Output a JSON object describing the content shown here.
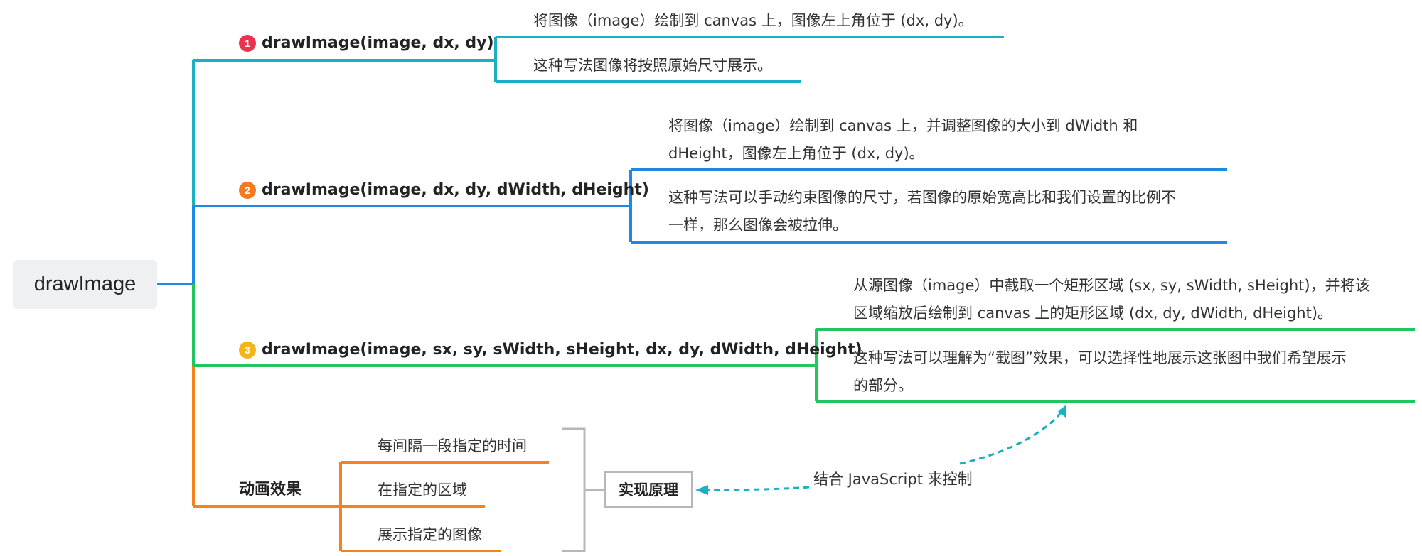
{
  "root": {
    "label": "drawImage"
  },
  "branches": [
    {
      "badge": "1",
      "label": "drawImage(image, dx, dy)",
      "color": "#1bafc4",
      "badge_color": "#e8344e",
      "notes": [
        "将图像（image）绘制到 canvas 上，图像左上角位于 (dx, dy)。",
        "这种写法图像将按照原始尺寸展示。"
      ]
    },
    {
      "badge": "2",
      "label": "drawImage(image, dx, dy, dWidth, dHeight)",
      "color": "#1e88e5",
      "badge_color": "#f47a20",
      "notes": [
        "将图像（image）绘制到 canvas 上，并调整图像的大小到 dWidth 和",
        "dHeight，图像左上角位于 (dx, dy)。",
        "这种写法可以手动约束图像的尺寸，若图像的原始宽高比和我们设置的比例不",
        "一样，那么图像会被拉伸。"
      ]
    },
    {
      "badge": "3",
      "label": "drawImage(image, sx, sy, sWidth, sHeight, dx, dy, dWidth, dHeight)",
      "color": "#22c55e",
      "badge_color": "#f2b616",
      "notes": [
        "从源图像（image）中截取一个矩形区域 (sx, sy, sWidth, sHeight)，并将该",
        "区域缩放后绘制到 canvas 上的矩形区域 (dx, dy, dWidth, dHeight)。",
        "这种写法可以理解为“截图”效果，可以选择性地展示这张图中我们希望展示",
        "的部分。"
      ]
    },
    {
      "label": "动画效果",
      "color": "#f5821f",
      "items": [
        "每间隔一段指定的时间",
        "在指定的区域",
        "展示指定的图像"
      ]
    }
  ],
  "summary": {
    "label": "实现原理",
    "border_color": "#b7b7b7"
  },
  "relation": {
    "label": "结合 JavaScript 来控制",
    "color": "#1bafc4"
  }
}
